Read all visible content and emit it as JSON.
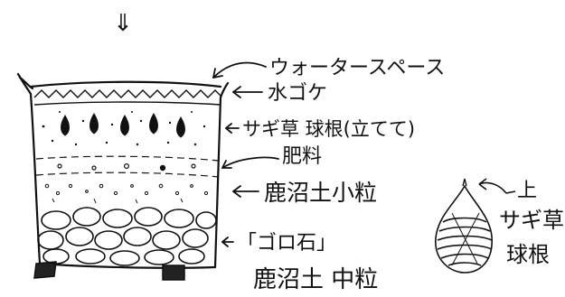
{
  "arrow_glyph": "⇓",
  "labels": {
    "water_space": "ウォータースペース",
    "moss": "水ゴケ",
    "bulbs": "サギ草 球根(立てて)",
    "fertilizer": "肥料",
    "kanuma_small": "鹿沼土小粒",
    "goro_stone": "「ゴロ石」",
    "kanuma_medium": "鹿沼土 中粒"
  },
  "bulb_detail": {
    "up_label": "上",
    "name_line1": "サギ草",
    "name_line2": "球根"
  }
}
